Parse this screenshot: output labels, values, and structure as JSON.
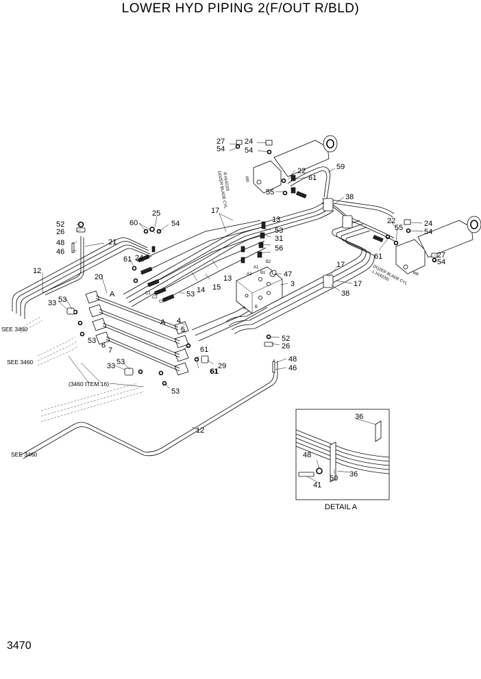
{
  "title": "LOWER HYD PIPING 2(F/OUT R/BLD)",
  "page_number": "3470",
  "cylinder_labels": {
    "rh": [
      "DOZER BLADE CYL",
      "R.H(4220)"
    ],
    "lh": [
      "DOZER BLADE CYL",
      "L.H(4220)"
    ],
    "rr_right": "RR",
    "rr_left": "RR"
  },
  "see_refs": {
    "ref1": "SEE 3460",
    "ref2": "SEE 3460",
    "ref3": "SEE 3460",
    "item": "(3460 ITEM 16)"
  },
  "detail": {
    "title": "DETAIL  A",
    "labels": {
      "p36a": "36",
      "p48": "48",
      "p50": "50",
      "p36b": "36",
      "p41": "41"
    }
  },
  "callouts": {
    "c27a": "27",
    "c54a": "54",
    "c24a": "24",
    "c54b": "54",
    "c22a": "22",
    "c61a": "61",
    "c55a": "55",
    "c59": "59",
    "c38a": "38",
    "c17a": "17",
    "c13a": "13",
    "c53a": "53",
    "c31": "31",
    "c56": "56",
    "c47": "47",
    "c3": "3",
    "c22b": "22",
    "c55b": "55",
    "c24b": "24",
    "c54c": "54",
    "c61b": "61",
    "c27b": "27",
    "c54d": "54",
    "c17b": "17",
    "c17c": "17",
    "c38b": "38",
    "c52a": "52",
    "c26a": "26",
    "c48a": "48",
    "c46a": "46",
    "c21": "21",
    "c12a": "12",
    "c60": "60",
    "c25": "25",
    "c54e": "54",
    "c61c": "61",
    "c24c": "24",
    "c20": "20",
    "cA1": "A",
    "c33a": "33",
    "c53b": "53",
    "c13b": "13",
    "c15": "15",
    "c14": "14",
    "c53c": "53",
    "cA2": "A",
    "c4": "4",
    "c5": "5",
    "c53d": "53",
    "c6": "6",
    "c7": "7",
    "c61d": "61",
    "c61e": "61",
    "c29": "29",
    "c33b": "33",
    "c53e": "53",
    "c61f": "61",
    "c53f": "53",
    "c52b": "52",
    "c26b": "26",
    "c48b": "48",
    "c46b": "46",
    "c12b": "12"
  },
  "port_marks": {
    "c1": "C1",
    "c2": "C2",
    "c3": "C3",
    "a1": "A1",
    "b1": "B1",
    "a2": "A2",
    "b2": "B2",
    "a": "A",
    "b": "B"
  }
}
